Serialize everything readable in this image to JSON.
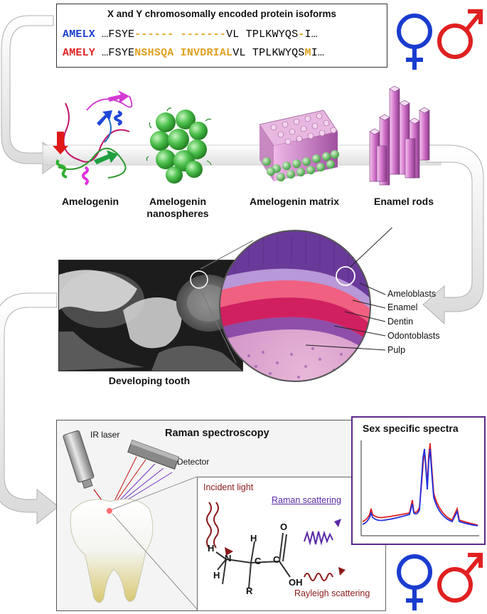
{
  "sequence_panel": {
    "title": "X and Y chromosomally encoded protein isoforms",
    "rows": [
      {
        "gene": "AMELX",
        "gene_color": "#1a3ccf",
        "segments": [
          {
            "text": "…FSYE",
            "color": "#111111"
          },
          {
            "text": "------ -------",
            "color": "#e0a020"
          },
          {
            "text": "VL TPLKWYQS",
            "color": "#111111"
          },
          {
            "text": "-",
            "color": "#e0a020"
          },
          {
            "text": "I…",
            "color": "#111111"
          }
        ]
      },
      {
        "gene": "AMELY",
        "gene_color": "#e02020",
        "segments": [
          {
            "text": "…FSYE",
            "color": "#111111"
          },
          {
            "text": "NSHSQA INVDRIAL",
            "color": "#e0a020"
          },
          {
            "text": "VL TPLKWYQS",
            "color": "#111111"
          },
          {
            "text": "M",
            "color": "#e0a020"
          },
          {
            "text": "I…",
            "color": "#111111"
          }
        ]
      }
    ]
  },
  "symbols": {
    "female_color": "#1a3ccf",
    "male_color": "#e02020"
  },
  "assembly_labels": {
    "amelogenin": "Amelogenin",
    "nanospheres_line1": "Amelogenin",
    "nanospheres_line2": "nanospheres",
    "matrix": "Amelogenin matrix",
    "rods": "Enamel rods"
  },
  "tooth": {
    "caption": "Developing tooth",
    "histology_labels": [
      "Ameloblasts",
      "Enamel",
      "Dentin",
      "Odontoblasts",
      "Pulp"
    ]
  },
  "raman": {
    "title": "Raman spectroscopy",
    "ir_laser": "IR laser",
    "detector": "Detector",
    "incident": "Incident light",
    "raman_scattering": "Raman scattering",
    "rayleigh": "Rayleigh scattering",
    "molecule_atoms": [
      "H",
      "H",
      "N",
      "H",
      "C",
      "R",
      "C",
      "O",
      "OH"
    ],
    "colors": {
      "incident": "#8b1a1a",
      "raman": "#5b2aa8",
      "rayleigh": "#8b1a1a"
    }
  },
  "spectra": {
    "title": "Sex specific spectra",
    "series_colors": [
      "#2030e0",
      "#e02020"
    ]
  }
}
